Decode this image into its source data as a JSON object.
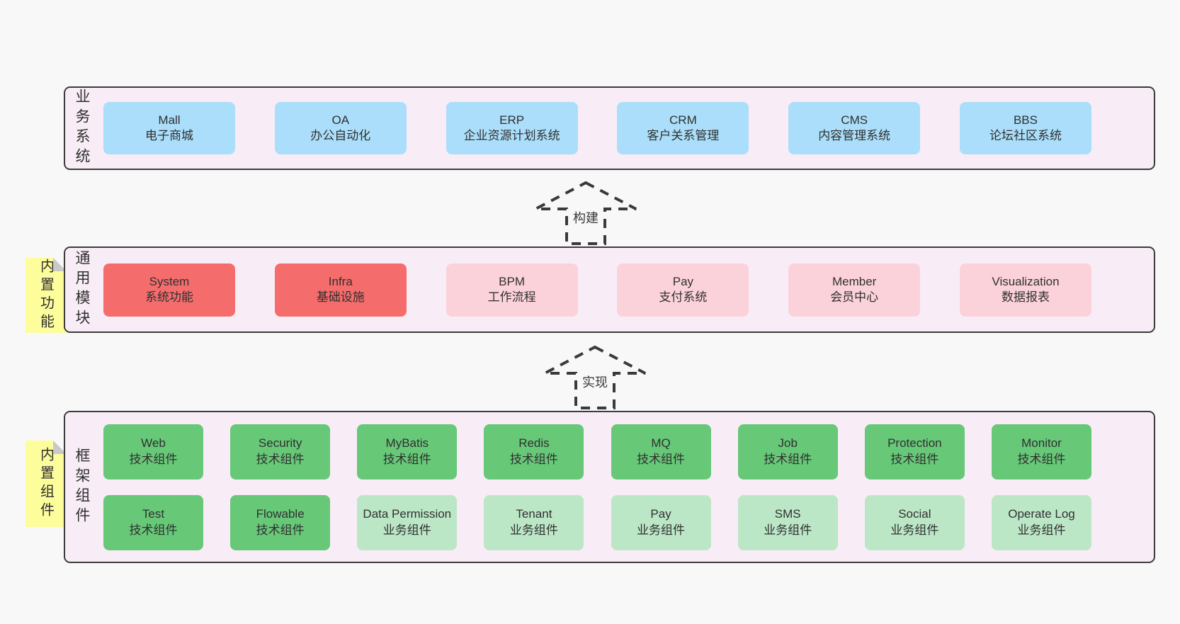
{
  "colors": {
    "page_bg": "#f8f8f8",
    "panel_bg": "#f8edf6",
    "panel_border": "#3c3c3c",
    "blue_box": "#abdefa",
    "red_box": "#f56c6c",
    "pink_box": "#fbd2da",
    "green_box": "#67c878",
    "light_green_box": "#bce7c7",
    "sticky_note": "#fdfd9c"
  },
  "arrows": {
    "build_label": "构建",
    "implement_label": "实现"
  },
  "layers": {
    "business": {
      "label": "业务系统",
      "boxes": [
        {
          "name": "Mall",
          "desc": "电子商城",
          "variant": "blue"
        },
        {
          "name": "OA",
          "desc": "办公自动化",
          "variant": "blue"
        },
        {
          "name": "ERP",
          "desc": "企业资源计划系统",
          "variant": "blue"
        },
        {
          "name": "CRM",
          "desc": "客户关系管理",
          "variant": "blue"
        },
        {
          "name": "CMS",
          "desc": "内容管理系统",
          "variant": "blue"
        },
        {
          "name": "BBS",
          "desc": "论坛社区系统",
          "variant": "blue"
        }
      ]
    },
    "modules": {
      "label": "通用模块",
      "sticky": "内置功能",
      "boxes": [
        {
          "name": "System",
          "desc": "系统功能",
          "variant": "red"
        },
        {
          "name": "Infra",
          "desc": "基础设施",
          "variant": "red"
        },
        {
          "name": "BPM",
          "desc": "工作流程",
          "variant": "pink"
        },
        {
          "name": "Pay",
          "desc": "支付系统",
          "variant": "pink"
        },
        {
          "name": "Member",
          "desc": "会员中心",
          "variant": "pink"
        },
        {
          "name": "Visualization",
          "desc": "数据报表",
          "variant": "pink"
        }
      ]
    },
    "components": {
      "label": "框架组件",
      "sticky": "内置组件",
      "rows": [
        [
          {
            "name": "Web",
            "desc": "技术组件",
            "variant": "green"
          },
          {
            "name": "Security",
            "desc": "技术组件",
            "variant": "green"
          },
          {
            "name": "MyBatis",
            "desc": "技术组件",
            "variant": "green"
          },
          {
            "name": "Redis",
            "desc": "技术组件",
            "variant": "green"
          },
          {
            "name": "MQ",
            "desc": "技术组件",
            "variant": "green"
          },
          {
            "name": "Job",
            "desc": "技术组件",
            "variant": "green"
          },
          {
            "name": "Protection",
            "desc": "技术组件",
            "variant": "green"
          },
          {
            "name": "Monitor",
            "desc": "技术组件",
            "variant": "green"
          }
        ],
        [
          {
            "name": "Test",
            "desc": "技术组件",
            "variant": "green"
          },
          {
            "name": "Flowable",
            "desc": "技术组件",
            "variant": "green"
          },
          {
            "name": "Data Permission",
            "desc": "业务组件",
            "variant": "green-light"
          },
          {
            "name": "Tenant",
            "desc": "业务组件",
            "variant": "green-light"
          },
          {
            "name": "Pay",
            "desc": "业务组件",
            "variant": "green-light"
          },
          {
            "name": "SMS",
            "desc": "业务组件",
            "variant": "green-light"
          },
          {
            "name": "Social",
            "desc": "业务组件",
            "variant": "green-light"
          },
          {
            "name": "Operate Log",
            "desc": "业务组件",
            "variant": "green-light"
          }
        ]
      ]
    }
  }
}
